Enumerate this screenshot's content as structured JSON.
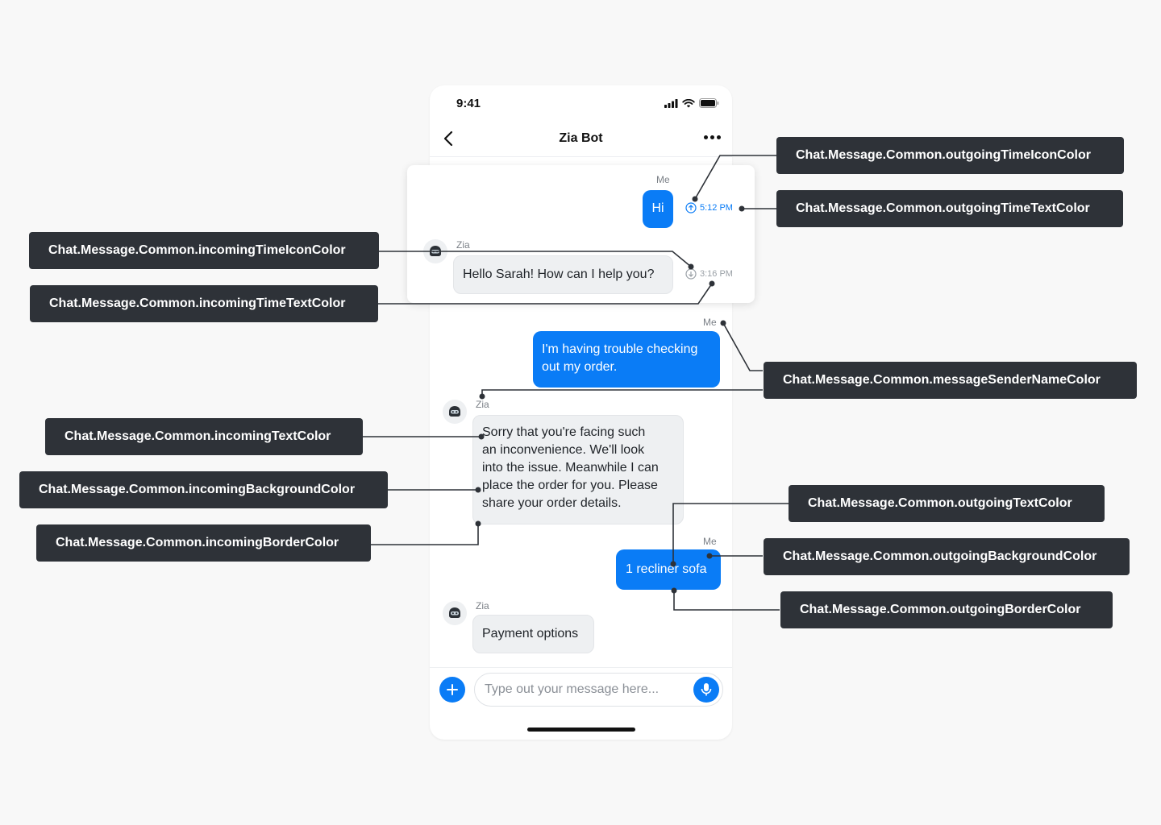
{
  "status_bar": {
    "time": "9:41"
  },
  "header": {
    "title": "Zia Bot"
  },
  "messages": {
    "m1": {
      "sender": "Me",
      "text": "Hi",
      "time": "5:12 PM"
    },
    "m2": {
      "sender": "Zia",
      "text": "Hello Sarah! How can I help you?",
      "time": "3:16 PM"
    },
    "m3": {
      "sender": "Me",
      "line1": "I'm having trouble checking",
      "line2": "out my order."
    },
    "m4": {
      "sender": "Zia",
      "lines": [
        "Sorry that you're facing such",
        "an inconvenience. We'll look",
        "into the issue. Meanwhile I can",
        "place the order for you. Please",
        "share your order details."
      ]
    },
    "m5": {
      "sender": "Me",
      "text": "1 recliner sofa"
    },
    "m6": {
      "sender": "Zia",
      "text": "Payment options"
    }
  },
  "composer": {
    "placeholder": "Type out your message here..."
  },
  "colors": {
    "accent": "#0a7cf6",
    "incoming_bg": "#eef0f2",
    "label_bg": "#2e3238",
    "page_bg": "#f8f8f8"
  },
  "icons": [
    "chevron-left-icon",
    "more-icon",
    "signal-icon",
    "wifi-icon",
    "battery-icon",
    "bot-avatar-icon",
    "arrow-up-circle-icon",
    "arrow-down-circle-icon",
    "plus-icon",
    "microphone-icon"
  ],
  "labels": {
    "outgoingTimeIcon": "Chat.Message.Common.outgoingTimeIconColor",
    "outgoingTimeText": "Chat.Message.Common.outgoingTimeTextColor",
    "incomingTimeIcon": "Chat.Message.Common.incomingTimeIconColor",
    "incomingTimeText": "Chat.Message.Common.incomingTimeTextColor",
    "senderName": "Chat.Message.Common.messageSenderNameColor",
    "incomingText": "Chat.Message.Common.incomingTextColor",
    "incomingBackground": "Chat.Message.Common.incomingBackgroundColor",
    "incomingBorder": "Chat.Message.Common.incomingBorderColor",
    "outgoingText": "Chat.Message.Common.outgoingTextColor",
    "outgoingBackground": "Chat.Message.Common.outgoingBackgroundColor",
    "outgoingBorder": "Chat.Message.Common.outgoingBorderColor"
  }
}
